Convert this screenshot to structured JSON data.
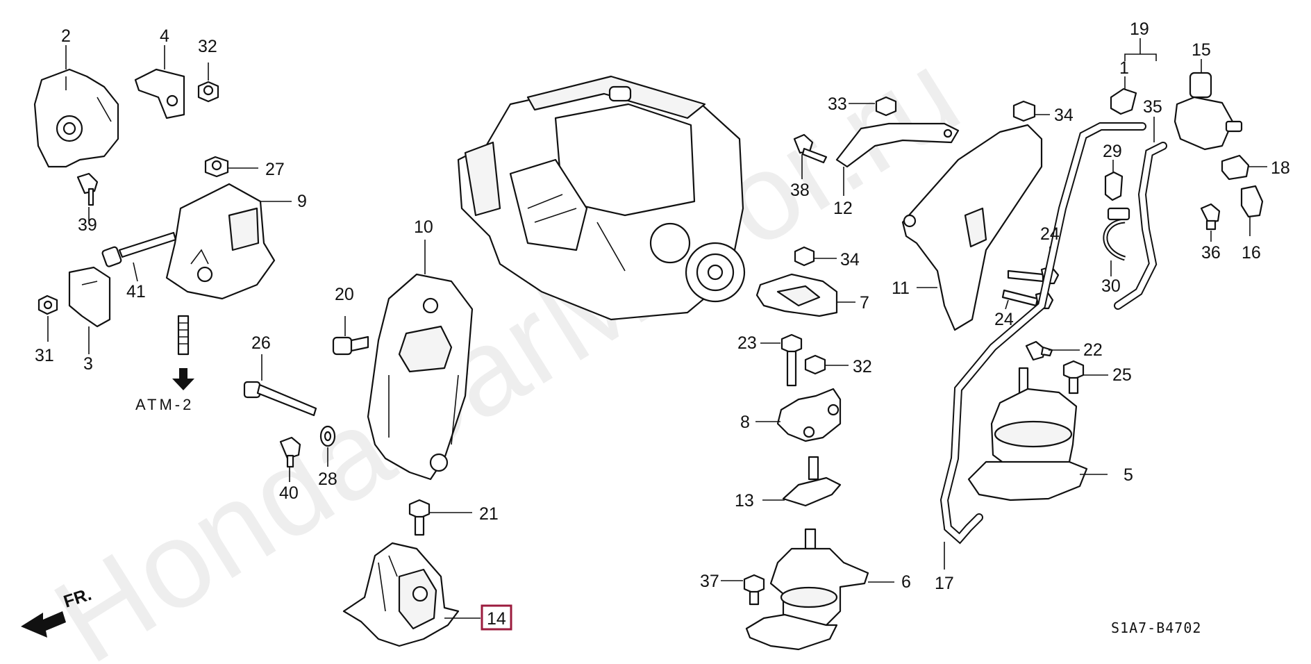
{
  "watermark": "HondaCarMirror.ru",
  "diagram_code": "S1A7-B4702",
  "direction_label": "FR.",
  "reference": {
    "arrow_label": "ATM-2",
    "arrow_icon": "down-arrow-icon"
  },
  "highlighted_part": "14",
  "parts": {
    "p1": "1",
    "p2": "2",
    "p3": "3",
    "p4": "4",
    "p5": "5",
    "p6": "6",
    "p7": "7",
    "p8": "8",
    "p9": "9",
    "p10": "10",
    "p11": "11",
    "p12": "12",
    "p13": "13",
    "p14": "14",
    "p15": "15",
    "p16": "16",
    "p17": "17",
    "p18": "18",
    "p19": "19",
    "p20": "20",
    "p21": "21",
    "p22": "22",
    "p23": "23",
    "p24a": "24",
    "p24b": "24",
    "p25": "25",
    "p26": "26",
    "p27": "27",
    "p28": "28",
    "p29": "29",
    "p30": "30",
    "p31": "31",
    "p32a": "32",
    "p32b": "32",
    "p33": "33",
    "p34a": "34",
    "p34b": "34",
    "p35": "35",
    "p36": "36",
    "p37": "37",
    "p38": "38",
    "p39": "39",
    "p40": "40",
    "p41": "41"
  },
  "colors": {
    "highlight": "#9b1b3d",
    "line": "#111111",
    "watermark": "#eeeeee"
  }
}
